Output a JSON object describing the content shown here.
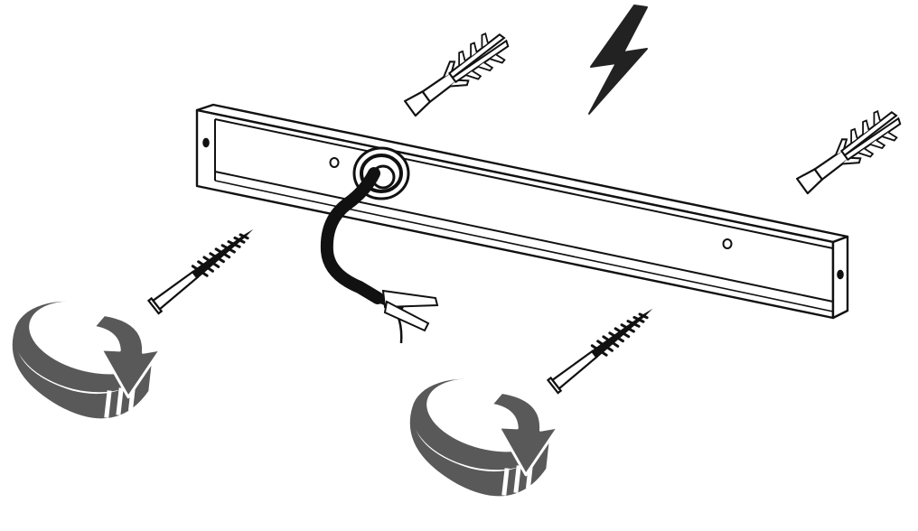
{
  "diagram": {
    "type": "installation-instruction",
    "colors": {
      "line": "#111111",
      "fill": "#ffffff",
      "arrow": "#595959",
      "bolt": "#222222"
    },
    "icons": [
      "mounting-rail",
      "cable-grommet",
      "power-cable",
      "lightning-bolt-icon",
      "wall-plug",
      "wall-plug",
      "screw",
      "screw",
      "rotate-arrow-icon",
      "rotate-arrow-icon"
    ]
  }
}
